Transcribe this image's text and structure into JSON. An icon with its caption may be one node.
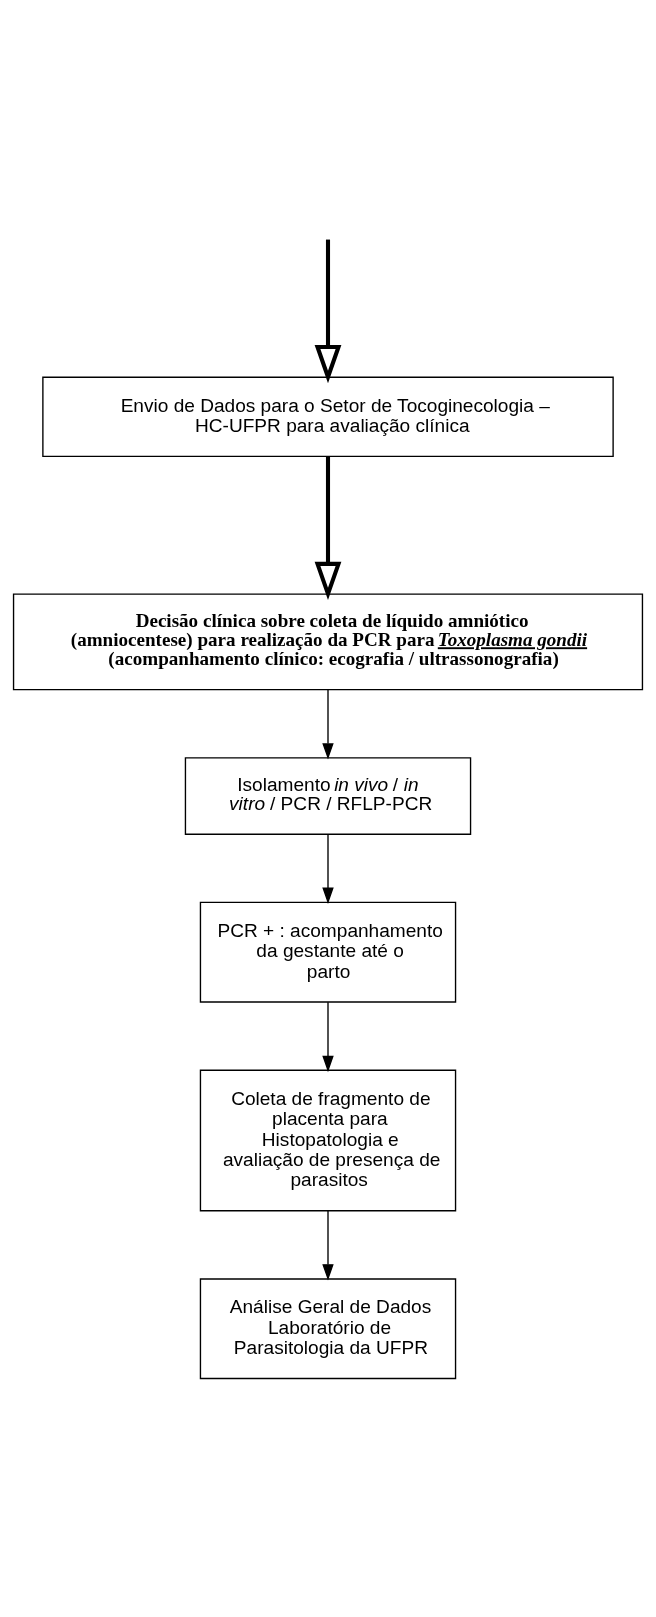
{
  "diagram": {
    "nodes": [
      {
        "text": [
          "Envio de Dados para o Setor de Tocoginecologia – HC-UFPR para avaliação clínica"
        ]
      },
      {
        "text": [
          "Decisão clínica sobre coleta de líquido amniótico (amniocentese) para realização da PCR para *Toxoplasma gondii* (acompanhamento clínico: ecografia / ultrassonografia)"
        ]
      },
      {
        "text": [
          "Isolamento *in vivo* / *in vitro* / PCR / RFLP-PCR"
        ]
      },
      {
        "text": [
          "PCR + : acompanhamento da gestante até o parto"
        ]
      },
      {
        "text": [
          "Coleta de fragmento de placenta para Histopatologia e avaliação de presença de parasitos"
        ]
      },
      {
        "text": [
          "Análise Geral de Dados Laboratório de Parasitologia da UFPR"
        ]
      }
    ],
    "edges": [
      {
        "from": null,
        "to": 0,
        "arrow": "to",
        "style": "thick"
      },
      {
        "from": 0,
        "to": 1,
        "arrow": "to",
        "style": "thick"
      },
      {
        "from": 1,
        "to": 2,
        "arrow": "to"
      },
      {
        "from": 2,
        "to": 3,
        "arrow": "to"
      },
      {
        "from": 3,
        "to": 4,
        "arrow": "to"
      },
      {
        "from": 4,
        "to": 5,
        "arrow": "to"
      }
    ]
  }
}
